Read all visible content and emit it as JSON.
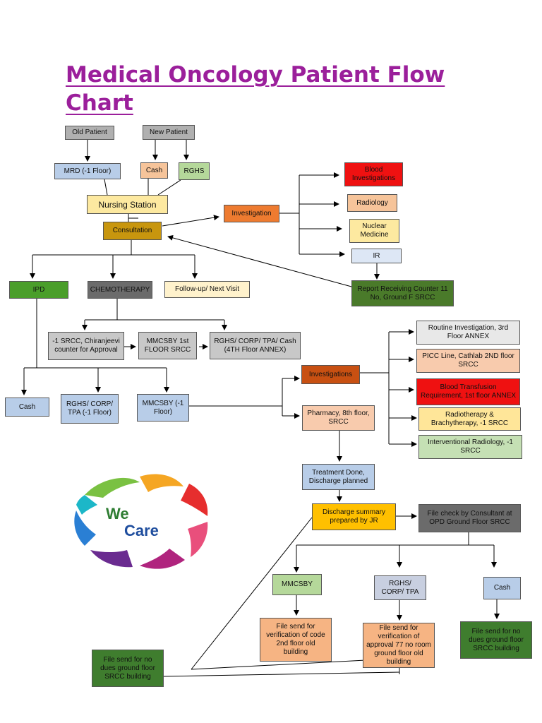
{
  "title": "Medical Oncology Patient Flow Chart ",
  "colors": {
    "title": "#9b1f9b",
    "grey": "#b0b0b0",
    "dark_grey": "#6b6b6b",
    "light_blue": "#b8cde8",
    "peach": "#f6c49a",
    "light_green": "#b5d89a",
    "light_yellow": "#fde9a0",
    "gold": "#c8960e",
    "orange": "#ee7b30",
    "red": "#ef1111",
    "green": "#4a7a2a",
    "dark_green": "#3f7d2e",
    "brown": "#c85012",
    "yellow": "#ffc000"
  },
  "logo": {
    "word1": "We",
    "word2": "Care"
  },
  "boxes": {
    "old_patient": "Old Patient",
    "new_patient": "New Patient",
    "mrd": "MRD (-1 Floor)",
    "cash_top": "Cash",
    "rghs_top": "RGHS",
    "nursing_station": "Nursing Station",
    "consultation": "Consultation",
    "investigation": "Investigation",
    "blood_investigations": "Blood Investigations",
    "radiology": "Radiology",
    "nuclear_medicine": "Nuclear Medicine",
    "ir": "IR",
    "report_counter": "Report Receiving Counter 11 No, Ground F SRCC",
    "ipd": "IPD",
    "chemotherapy": "CHEMOTHERAPY",
    "followup": "Follow-up/ Next Visit",
    "srcc_chiranjeevi": "-1 SRCC, Chiranjeevi counter for Approval",
    "mmcsby_1st_floor": "MMCSBY 1st FLOOR SRCC",
    "rghs_corp_tpa_cash": "RGHS/ CORP/ TPA/ Cash (4TH Floor ANNEX)",
    "cash_mid": "Cash",
    "rghs_corp_tpa_floor": "RGHS/ CORP/ TPA (-1 Floor)",
    "mmcsby_minus1": "MMCSBY (-1 Floor)",
    "investigations2": "Investigations",
    "pharmacy": "Pharmacy, 8th floor, SRCC",
    "routine_investigation": "Routine Investigation, 3rd Floor ANNEX",
    "picc_line": "PICC Line, Cathlab 2ND floor SRCC",
    "blood_transfusion": "Blood Transfusion Requirement, 1st floor ANNEX",
    "radiotherapy": "Radiotherapy & Brachytherapy, -1 SRCC",
    "interventional_radiology": "Interventional Radiology, -1 SRCC",
    "treatment_done": "Treatment Done, Discharge planned",
    "discharge_summary": "Discharge summary prepared by JR",
    "file_check": "File check by Consultant at OPD Ground Floor SRCC",
    "mmcsby_bottom": "MMCSBY",
    "rghs_corp_tpa_bottom": "RGHS/ CORP/ TPA",
    "cash_bottom": "Cash",
    "file_send_code2": "File send for verification of code 2nd floor old building",
    "file_send_approval77": "File send for verification of approval 77 no room ground floor old building",
    "file_send_nodues_right": "File send for no dues ground floor SRCC building",
    "file_send_nodues_left": "File send for no dues ground floor SRCC building"
  }
}
